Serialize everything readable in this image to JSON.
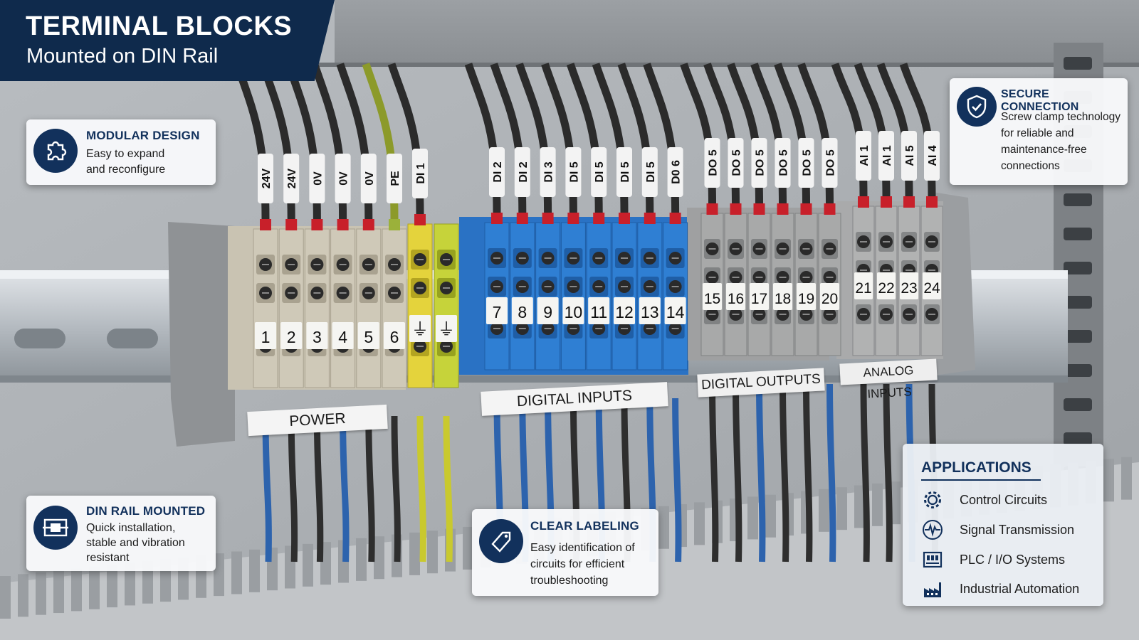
{
  "title": {
    "main": "TERMINAL BLOCKS",
    "sub": "Mounted on DIN Rail"
  },
  "wire_labels": [
    "24V",
    "24V",
    "0V",
    "0V",
    "0V",
    "PE",
    "DI 1",
    "DI 2",
    "DI 2",
    "DI 3",
    "DI 5",
    "DI 5",
    "DI 5",
    "DI 5",
    "D0 6",
    "DO 5",
    "DO 5",
    "DO 5",
    "DO 5",
    "DO 5",
    "DO 5",
    "AI 1",
    "AI 1",
    "AI 5",
    "AI 4"
  ],
  "terminal_numbers": [
    "1",
    "2",
    "3",
    "4",
    "5",
    "6",
    "7",
    "8",
    "9",
    "10",
    "11",
    "12",
    "13",
    "14",
    "15",
    "16",
    "17",
    "18",
    "19",
    "20",
    "21",
    "22",
    "23",
    "24"
  ],
  "ground_symbol": "⏚",
  "groups": {
    "power": "POWER",
    "digital_inputs": "DIGITAL INPUTS",
    "digital_outputs": "DIGITAL OUTPUTS",
    "analog_inputs": "ANALOG INPUTS"
  },
  "cards": {
    "modular": {
      "title": "MODULAR DESIGN",
      "line1": "Easy to expand",
      "line2": "and reconfigure",
      "icon": "puzzle-icon"
    },
    "secure": {
      "title": "SECURE CONNECTION",
      "line1": "Screw clamp technology",
      "line2": "for reliable and",
      "line3": "maintenance-free",
      "line4": "connections",
      "icon": "shield-check-icon"
    },
    "din": {
      "title": "DIN RAIL MOUNTED",
      "line1": "Quick installation,",
      "line2": "stable and vibration",
      "line3": "resistant",
      "icon": "din-rail-icon"
    },
    "labeling": {
      "title": "CLEAR LABELING",
      "line1": "Easy identification of",
      "line2": "circuits for efficient",
      "line3": "troubleshooting",
      "icon": "tag-icon"
    }
  },
  "applications": {
    "title": "APPLICATIONS",
    "items": [
      {
        "label": "Control Circuits",
        "icon": "gear-icon"
      },
      {
        "label": "Signal Transmission",
        "icon": "waveform-icon"
      },
      {
        "label": "PLC / I/O Systems",
        "icon": "plc-icon"
      },
      {
        "label": "Industrial Automation",
        "icon": "factory-icon"
      }
    ]
  },
  "colors": {
    "navy": "#12315c",
    "power_block": "#cfc9b8",
    "ground_block": "#e4d33c",
    "input_block": "#2f7fd3",
    "output_block": "#a8a9a9",
    "wire_ferrule": "#c8202a"
  }
}
